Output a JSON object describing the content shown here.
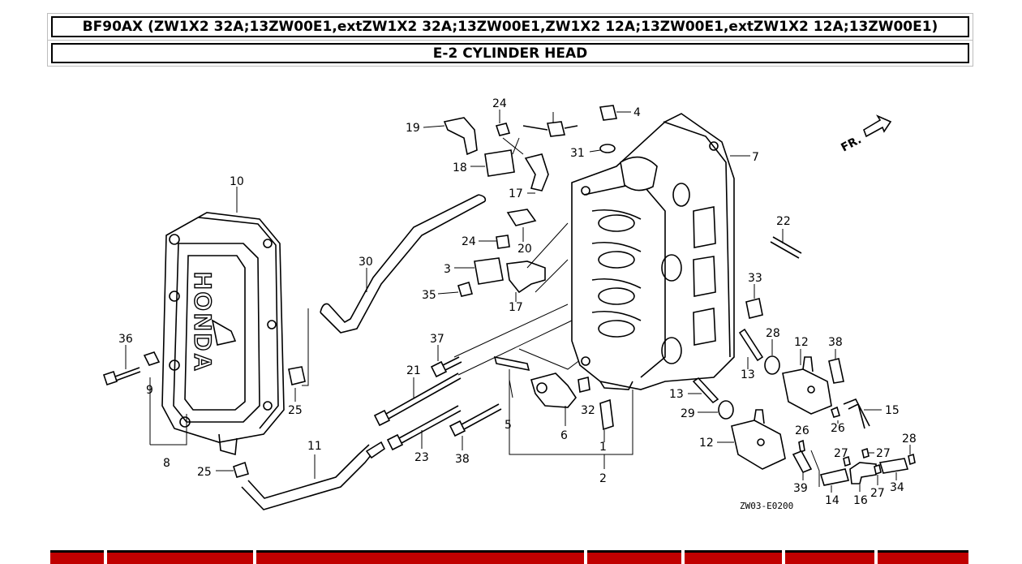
{
  "header": {
    "model": "BF90AX (ZW1X2 32A;13ZW00E1,extZW1X2 32A;13ZW00E1,ZW1X2 12A;13ZW00E1,extZW1X2 12A;13ZW00E1)",
    "section": "E-2 CYLINDER HEAD"
  },
  "diagram": {
    "direction_label": "FR.",
    "code": "ZW03-E0200",
    "cover_logo": "HONDA",
    "callouts": [
      "1",
      "2",
      "3",
      "4",
      "5",
      "6",
      "7",
      "8",
      "9",
      "10",
      "11",
      "12",
      "12",
      "13",
      "13",
      "14",
      "15",
      "16",
      "17",
      "17",
      "18",
      "19",
      "20",
      "21",
      "22",
      "23",
      "24",
      "24",
      "25",
      "25",
      "26",
      "26",
      "27",
      "27",
      "27",
      "28",
      "28",
      "29",
      "30",
      "31",
      "32",
      "33",
      "34",
      "35",
      "36",
      "37",
      "38",
      "38",
      "39"
    ]
  }
}
